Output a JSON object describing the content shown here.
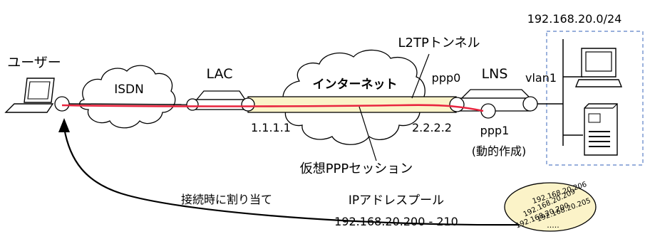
{
  "diagram": {
    "subnet_label": "192.168.20.0/24",
    "user_label": "ユーザー",
    "isdn_label": "ISDN",
    "lac_label": "LAC",
    "internet_label": "インターネット",
    "l2tp_tunnel_label": "L2TPトンネル",
    "ppp0_label": "ppp0",
    "lns_label": "LNS",
    "vlan1_label": "vlan1",
    "lac_ip": "1.1.1.1",
    "lns_ip": "2.2.2.2",
    "ppp1_label": "ppp1",
    "ppp1_note": "(動的作成)",
    "ppp_session_label": "仮想PPPセッション",
    "assign_label": "接続時に割り当て",
    "pool_title": "IPアドレスプール",
    "pool_range": "192.168.20.200 - 210",
    "pool_ips": [
      "192.168.20.206",
      "192.168.20.209",
      "192.168.20.205",
      "192.168.20.200"
    ],
    "pool_ellipsis": ".....",
    "colors": {
      "tunnel_fill": "#fbf3c8",
      "session_line": "#e8253f",
      "subnet_border": "#5b7fc6",
      "pool_fill": "#fbf3c8"
    }
  }
}
